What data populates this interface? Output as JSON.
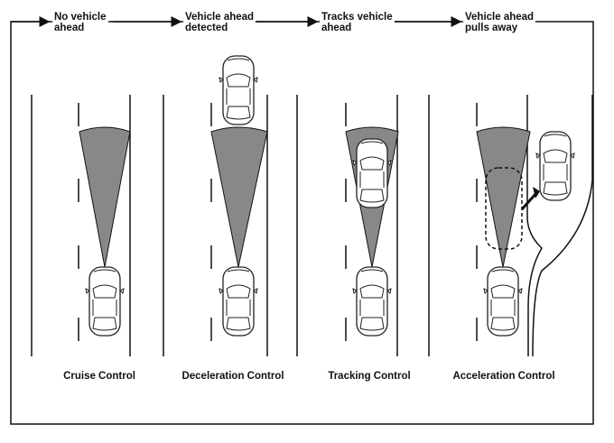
{
  "steps": [
    {
      "label": "No vehicle\nahead"
    },
    {
      "label": "Vehicle ahead\ndetected"
    },
    {
      "label": "Tracks vehicle\nahead"
    },
    {
      "label": "Vehicle ahead\npulls away"
    }
  ],
  "modes": [
    {
      "label": "Cruise Control"
    },
    {
      "label": "Deceleration Control"
    },
    {
      "label": "Tracking Control"
    },
    {
      "label": "Acceleration Control"
    }
  ]
}
